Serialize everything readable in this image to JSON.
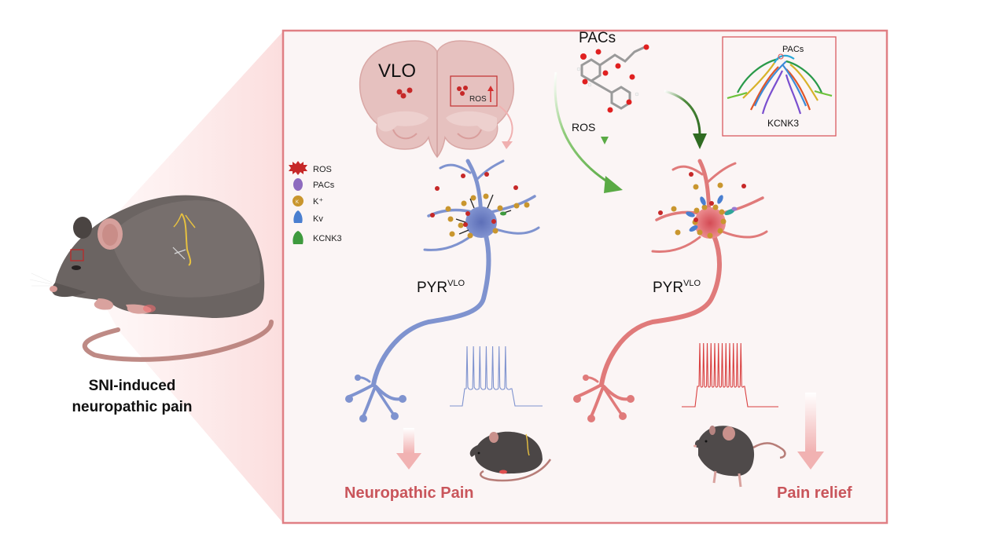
{
  "figure": {
    "left_panel": {
      "caption_line1": "SNI-induced",
      "caption_line2": "neuropathic pain"
    },
    "brain": {
      "region_label": "VLO",
      "inset_label": "ROS"
    },
    "compound": {
      "label": "PACs"
    },
    "ros_arrow_label": "ROS",
    "docking_inset": {
      "ligand_label": "PACs",
      "protein_label": "KCNK3"
    },
    "legend": {
      "items": [
        {
          "icon": "ros-icon",
          "label": "ROS",
          "color": "#c62828"
        },
        {
          "icon": "pacs-icon",
          "label": "PACs",
          "color": "#8e6bbf"
        },
        {
          "icon": "potassium-ion-icon",
          "label": "K⁺",
          "color": "#c9962e"
        },
        {
          "icon": "kv-channel-icon",
          "label": "Kv",
          "color": "#4a7fd0"
        },
        {
          "icon": "kcnk3-channel-icon",
          "label": "KCNK3",
          "color": "#3e9a3e"
        }
      ]
    },
    "neurons": {
      "left": {
        "label_main": "PYR",
        "label_sup": "VLO",
        "color": "#7f93cf"
      },
      "right": {
        "label_main": "PYR",
        "label_sup": "VLO",
        "color": "#e07a7a"
      }
    },
    "traces": {
      "left_spike_count": 7,
      "right_spike_count": 12
    },
    "outcomes": {
      "left": "Neuropathic Pain",
      "right": "Pain relief"
    },
    "colors": {
      "frame": "#e07f84",
      "panel_bg": "#fbf5f5",
      "outcome_text": "#c9555b",
      "green_arrow": "#5aaa45",
      "dark_green_arrow": "#2f6b22",
      "mouse_body": "#565050"
    }
  }
}
